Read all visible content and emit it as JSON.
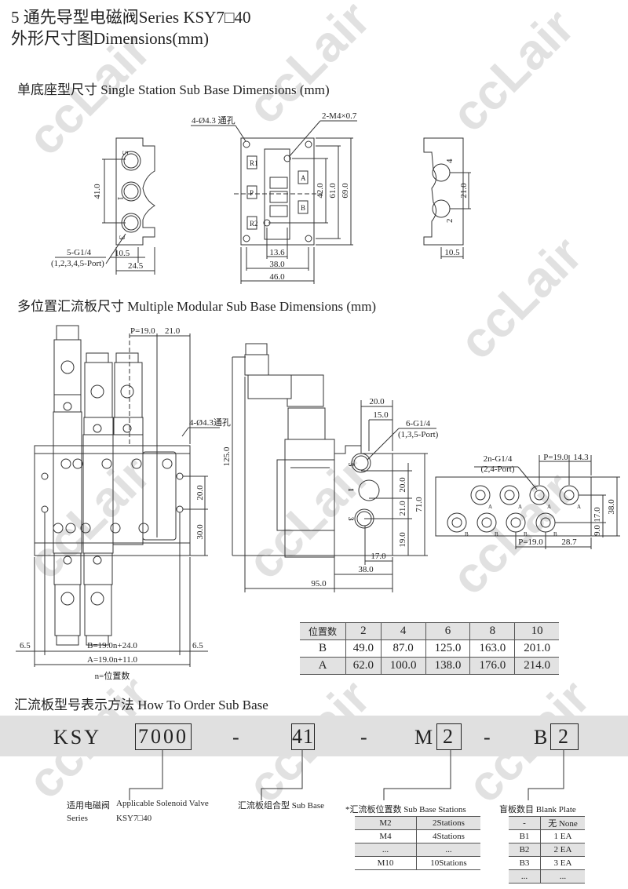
{
  "header": {
    "title_line1": "5 通先导型电磁阀Series KSY7□40",
    "title_line2": "外形尺寸图Dimensions(mm)"
  },
  "watermark": "ccLair",
  "single_station": {
    "heading": "单底座型尺寸 Single Station Sub Base Dimensions (mm)",
    "left_view": {
      "port_labels": [
        "5",
        "1",
        "3"
      ],
      "dim_41": "41.0",
      "ports_note": "5-G1/4",
      "ports_note2": "(1,2,3,4,5-Port)",
      "dim_10_5": "10.5",
      "dim_24_5": "24.5"
    },
    "center_view": {
      "holes_note": "4-Ø4.3 通孔",
      "thread_note": "2-M4×0.7",
      "labels": [
        "R1",
        "P",
        "R2",
        "A",
        "B"
      ],
      "dim_42": "42.0",
      "dim_61": "61.0",
      "dim_69": "69.0",
      "dim_13_6": "13.6",
      "dim_38": "38.0",
      "dim_46": "46.0"
    },
    "right_view": {
      "port_labels": [
        "4",
        "2"
      ],
      "dim_21": "21.0",
      "dim_10_5": "10.5"
    }
  },
  "multiple": {
    "heading": "多位置汇流板尺寸 Multiple Modular Sub Base Dimensions (mm)",
    "front": {
      "pitch": "P=19.0",
      "dim_21": "21.0",
      "holes_note": "4-Ø4.3通孔",
      "dim_20": "20.0",
      "dim_30": "30.0",
      "dim_6_5_left": "6.5",
      "dim_6_5_right": "6.5",
      "formula_b": "B=19.0n+24.0",
      "formula_a": "A=19.0n+11.0",
      "n_note": "n=位置数"
    },
    "side": {
      "dim_20": "20.0",
      "dim_15": "15.0",
      "ports_note": "6-G1/4",
      "ports_note2": "(1,3,5-Port)",
      "port_labels": [
        "5",
        "1",
        "3"
      ],
      "dim_125": "125.0",
      "dim_20v": "20.0",
      "dim_71": "71.0",
      "dim_21": "21.0",
      "dim_19": "19.0",
      "dim_17": "17.0",
      "dim_38": "38.0",
      "dim_95": "95.0"
    },
    "bottom": {
      "ports_note": "2n-G1/4",
      "ports_note2": "(2,4-Port)",
      "pitch_top": "P=19.0",
      "dim_14_3": "14.3",
      "dim_17": "17.0",
      "dim_38": "38.0",
      "dim_9": "9.0",
      "pitch_bottom": "P=19.0",
      "dim_28_7": "28.7",
      "label_a": "A",
      "label_b": "B"
    },
    "table": {
      "header": [
        "位置数",
        "2",
        "4",
        "6",
        "8",
        "10"
      ],
      "rows": [
        [
          "B",
          "49.0",
          "87.0",
          "125.0",
          "163.0",
          "201.0"
        ],
        [
          "A",
          "62.0",
          "100.0",
          "138.0",
          "176.0",
          "214.0"
        ]
      ]
    }
  },
  "order": {
    "heading": "汇流板型号表示方法  How To Order Sub Base",
    "prefix": "KSY",
    "series_code": "7000",
    "dash1": "-",
    "type_code": "41",
    "dash2": "-",
    "station_letter": "M",
    "station_code": "2",
    "dash3": "-",
    "blank_letter": "B",
    "blank_code": "2",
    "valve_label_cn": "适用电磁阀",
    "valve_label_en": "Applicable Solenoid Valve",
    "valve_series_label": "Series",
    "valve_series_value": "KSY7□40",
    "subbase_label": "汇流板组合型 Sub Base",
    "stations_label": "*汇流板位置数  Sub Base Stations",
    "stations_table": [
      [
        "M2",
        "2Stations"
      ],
      [
        "M4",
        "4Stations"
      ],
      [
        "...",
        "..."
      ],
      [
        "M10",
        "10Stations"
      ]
    ],
    "blank_label": "盲板数目  Blank Plate",
    "blank_table": [
      [
        "-",
        "无 None"
      ],
      [
        "B1",
        "1 EA"
      ],
      [
        "B2",
        "2 EA"
      ],
      [
        "B3",
        "3 EA"
      ],
      [
        "...",
        "..."
      ]
    ]
  }
}
